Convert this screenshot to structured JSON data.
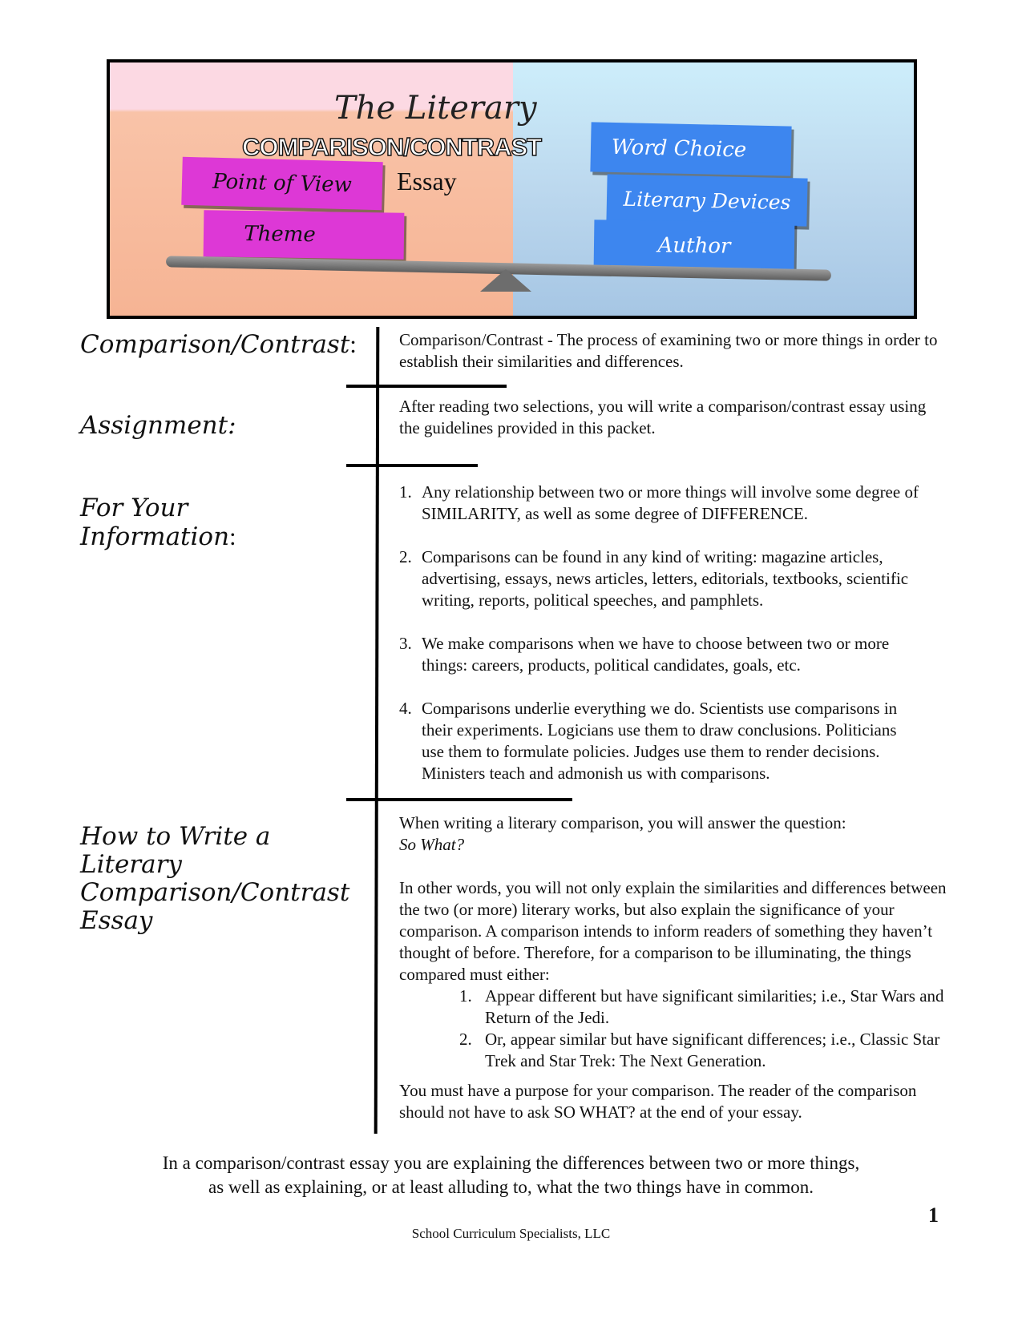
{
  "banner": {
    "title": "The Literary",
    "subtitle": "COMPARISON/CONTRAST",
    "essay_word": "Essay",
    "left_blocks": [
      "Point of View",
      "Theme"
    ],
    "right_blocks": [
      "Word Choice",
      "Literary Devices",
      "Author"
    ],
    "colors": {
      "left_top_band": "#fcd9e3",
      "left_background": "#f6b494",
      "right_background": "#bcd8ee",
      "pink_block": "#dd38d6",
      "blue_block": "#3d86ef"
    }
  },
  "sections": {
    "definition": {
      "label": "Comparison/Contrast",
      "colon": ":",
      "text": "Comparison/Contrast - The process of examining two or more things in order to establish their similarities and differences."
    },
    "assignment": {
      "label": "Assignment:",
      "text": "After reading two selections, you will write a comparison/contrast essay using the guidelines provided in this packet."
    },
    "info": {
      "label_line1": "For Your",
      "label_line2": "Information",
      "colon": ":",
      "items": [
        {
          "num": "1.",
          "text": "Any relationship between two or more things will involve some degree of SIMILARITY, as well as some degree of DIFFERENCE."
        },
        {
          "num": "2.",
          "text": "Comparisons can be found in any kind of writing: magazine articles, advertising, essays, news articles, letters, editorials, textbooks, scientific writing, reports, political speeches, and pamphlets."
        },
        {
          "num": "3.",
          "text": "We make comparisons when we have to choose between two or more things: careers, products, political candidates, goals, etc."
        },
        {
          "num": "4.",
          "text": "Comparisons underlie everything we do. Scientists use comparisons in their experiments. Logicians use them to draw conclusions. Politicians use them to formulate policies. Judges use them to render decisions. Ministers teach and admonish us with comparisons."
        }
      ]
    },
    "howto": {
      "label_lines": [
        "How to Write a",
        "Literary",
        "Comparison/Contrast",
        "Essay"
      ],
      "intro": "When writing a literary comparison, you will answer the question:",
      "question": "So What?",
      "paragraph": "In other words, you will not only explain the similarities and differences between the two (or more) literary works, but also explain the significance of your comparison.  A comparison intends to inform readers of something they haven’t thought of before. Therefore, for a comparison to be illuminating, the things compared must either:",
      "sub_items": [
        {
          "num": "1.",
          "text": "Appear different but have significant similarities; i.e., Star Wars and Return of the Jedi."
        },
        {
          "num": "2.",
          "text": "Or, appear similar but have significant differences; i.e., Classic Star Trek and Star Trek: The Next Generation."
        }
      ],
      "closing": "You must have a purpose for your comparison. The reader of the comparison should not have to ask SO WHAT? at the end of your essay."
    }
  },
  "conclusion": {
    "line1": "In a comparison/contrast essay you are explaining the differences between two or more things,",
    "line2": "as well as explaining, or at least alluding to, what the two things have in common."
  },
  "page_number": "1",
  "footer": "School Curriculum Specialists, LLC"
}
